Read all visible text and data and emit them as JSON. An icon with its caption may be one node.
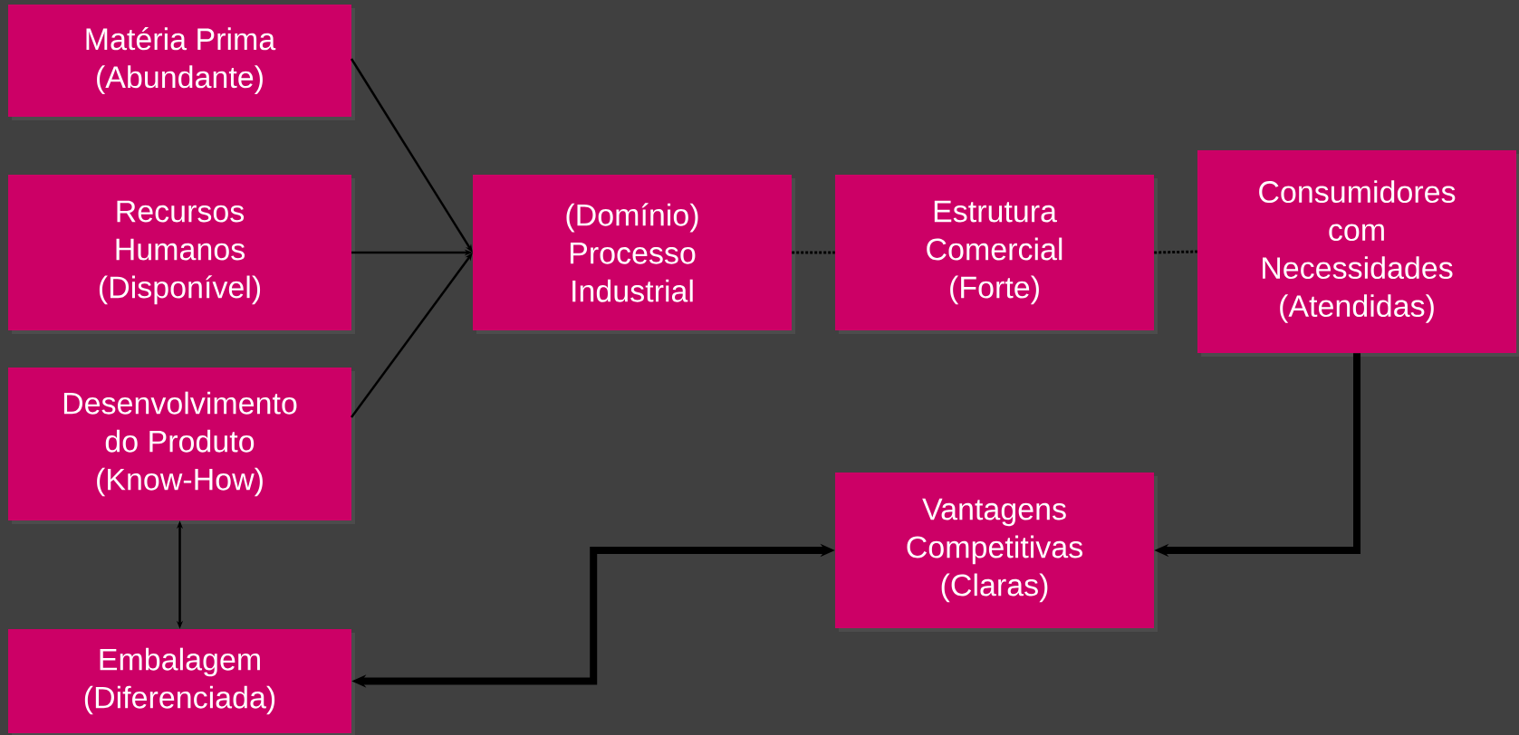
{
  "diagram": {
    "nodes": [
      {
        "text": [
          "Matéria Prima (Abundante)"
        ]
      },
      {
        "text": [
          "Recursos Humanos (Disponível)"
        ]
      },
      {
        "text": [
          "Desenvolvimento do Produto (Know-How)"
        ]
      },
      {
        "text": [
          "Embalagem (Diferenciada)"
        ]
      },
      {
        "text": [
          "(Domínio) Processo Industrial"
        ]
      },
      {
        "text": [
          "Estrutura Comercial (Forte)"
        ]
      },
      {
        "text": [
          "Consumidores com Necessidades (Atendidas)"
        ]
      },
      {
        "text": [
          "Vantagens Competitivas (Claras)"
        ]
      }
    ],
    "edges": [
      {
        "from": 0,
        "to": 4,
        "arrow": "to"
      },
      {
        "from": 1,
        "to": 4,
        "arrow": "to"
      },
      {
        "from": 2,
        "to": 4,
        "arrow": "to"
      },
      {
        "from": 2,
        "to": 3,
        "arrow": "both"
      },
      {
        "from": 4,
        "to": 5,
        "arrow": "none",
        "style": "dashed"
      },
      {
        "from": 5,
        "to": 6,
        "arrow": "none",
        "style": "dashed"
      },
      {
        "from": 6,
        "to": 7,
        "arrow": "to",
        "style": "thick"
      },
      {
        "from": 3,
        "to": 7,
        "arrow": "both",
        "style": "thick"
      }
    ]
  }
}
